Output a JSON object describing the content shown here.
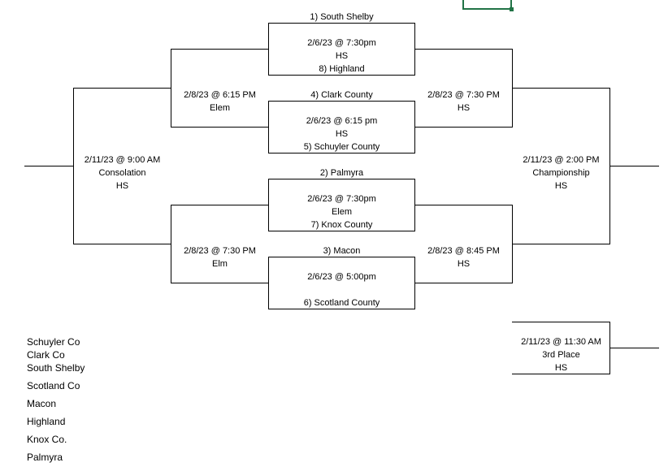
{
  "bracket": {
    "first_round": [
      {
        "top_team": "1) South Shelby",
        "line1": "2/6/23 @ 7:30pm",
        "line2": "HS",
        "bottom_team": "8) Highland"
      },
      {
        "top_team": "4) Clark County",
        "line1": "2/6/23 @ 6:15 pm",
        "line2": "HS",
        "bottom_team": "5) Schuyler County"
      },
      {
        "top_team": "2)  Palmyra",
        "line1": "2/6/23 @ 7:30pm",
        "line2": "Elem",
        "bottom_team": "7)  Knox County"
      },
      {
        "top_team": "3) Macon",
        "line1": "2/6/23 @ 5:00pm",
        "line2": "",
        "bottom_team": "6) Scotland County"
      }
    ],
    "consolation_semis": [
      {
        "line1": "2/8/23 @ 6:15 PM",
        "line2": "Elem"
      },
      {
        "line1": "2/8/23 @ 7:30 PM",
        "line2": "Elm"
      }
    ],
    "championship_semis": [
      {
        "line1": "2/8/23 @ 7:30 PM",
        "line2": "HS"
      },
      {
        "line1": "2/8/23 @ 8:45 PM",
        "line2": "HS"
      }
    ],
    "consolation_final": {
      "line1": "2/11/23 @ 9:00 AM",
      "line2": "Consolation",
      "line3": "HS"
    },
    "championship_final": {
      "line1": "2/11/23 @ 2:00 PM",
      "line2": "Championship",
      "line3": "HS"
    },
    "third_place": {
      "line1": "2/11/23 @ 11:30 AM",
      "line2": "3rd Place",
      "line3": "HS"
    }
  },
  "team_list": [
    "Schuyler Co",
    "Clark Co",
    "South Shelby",
    "Scotland Co",
    "Macon",
    "Highland",
    "Knox Co.",
    "Palmyra"
  ],
  "colors": {
    "selection": "#217346",
    "grid_line": "#000000"
  }
}
